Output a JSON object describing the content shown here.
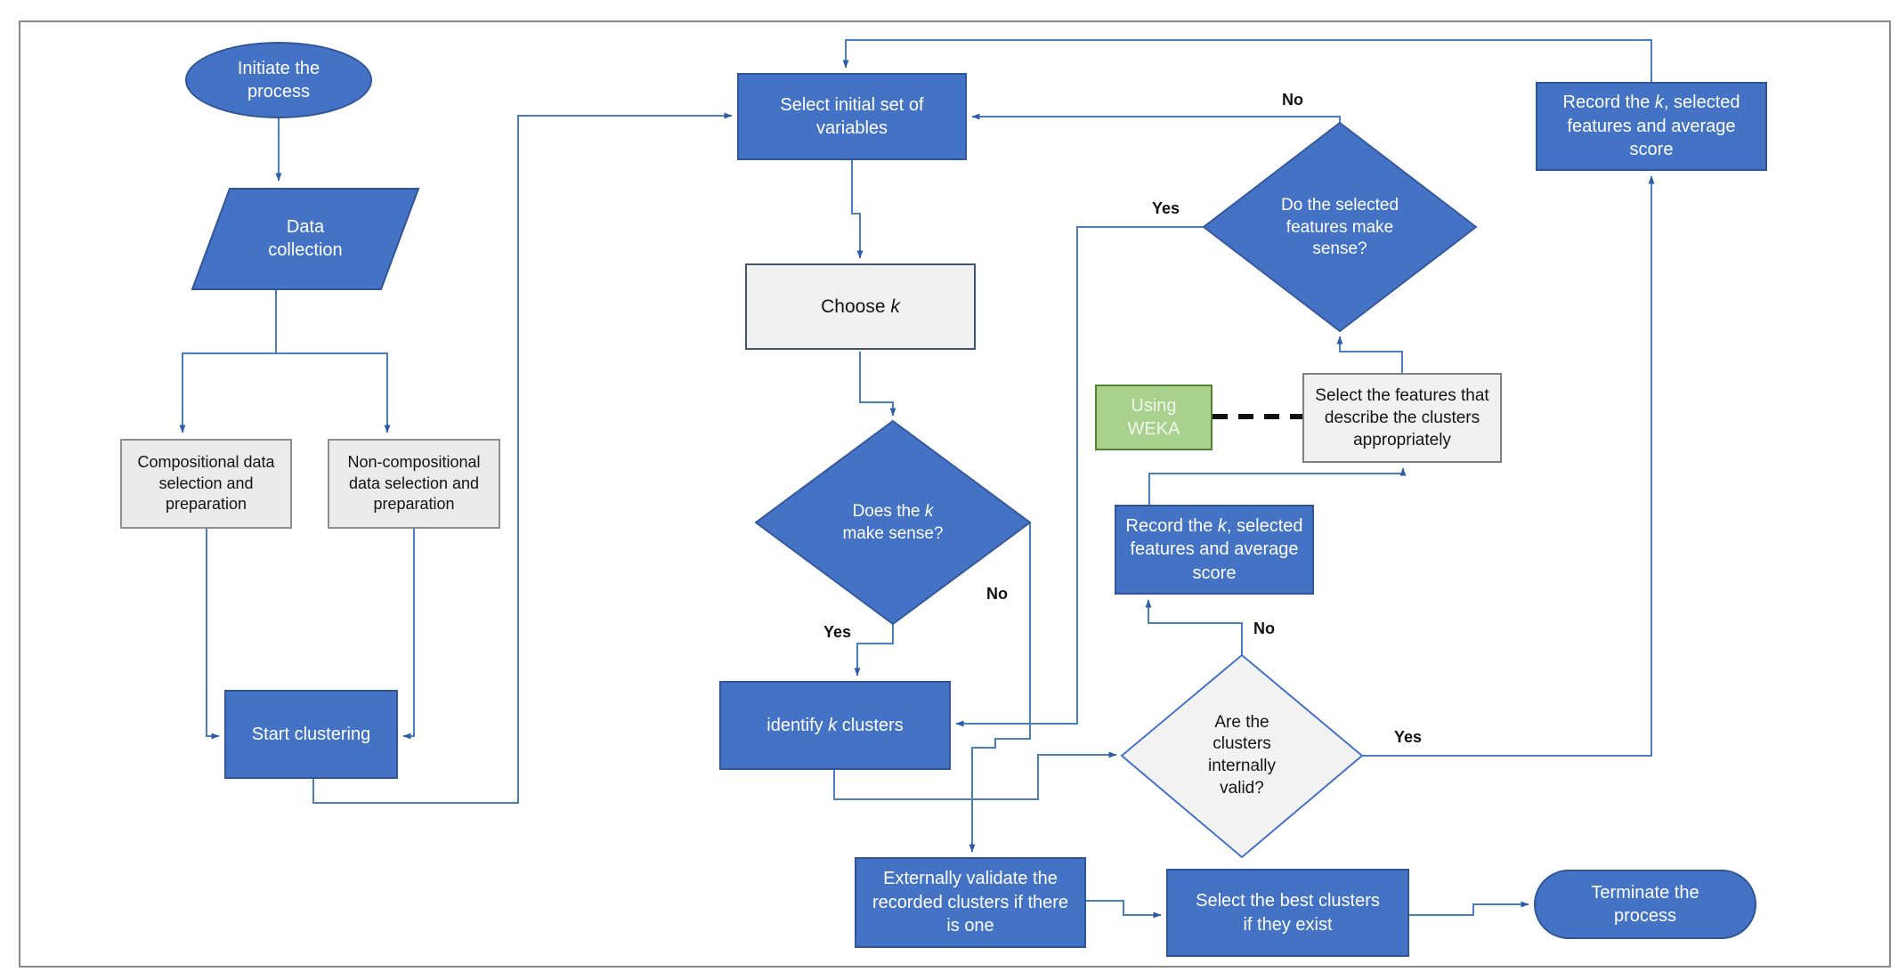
{
  "diagram": {
    "nodes": {
      "initiate": "Initiate the process",
      "data_collection": "Data collection",
      "compositional": "Compositional data selection and preparation",
      "non_compositional": "Non-compositional data selection and preparation",
      "start_clustering": "Start clustering",
      "select_initial": "Select initial set of variables",
      "choose_k": {
        "pre": "Choose ",
        "it": "k",
        "post": ""
      },
      "does_k": {
        "pre": "Does the ",
        "it": "k",
        "post": " make sense?"
      },
      "identify_k": {
        "pre": "identify ",
        "it": "k",
        "post": " clusters"
      },
      "features_sense": "Do the selected features make sense?",
      "using_weka": "Using WEKA",
      "select_features": "Select the features that describe the clusters appropriately",
      "record_mid": {
        "pre": "Record the ",
        "it": "k",
        "post": ", selected features and average score"
      },
      "record_top": {
        "pre": "Record the ",
        "it": "k",
        "post": ", selected features and average score"
      },
      "internal_valid": "Are the clusters internally valid?",
      "externally_validate": "Externally validate the recorded clusters if there is one",
      "select_best": "Select the best clusters if they exist",
      "terminate": "Terminate the process"
    },
    "branch_labels": {
      "yes": "Yes",
      "no": "No"
    },
    "colors": {
      "node_blue": "#4472c4",
      "node_blue_border": "#2f5597",
      "node_gray": "#ebebeb",
      "node_green": "#a9d18e",
      "node_green_border": "#538135",
      "connector_blue": "#4a7ec2",
      "dashed_black": "#111111"
    }
  }
}
